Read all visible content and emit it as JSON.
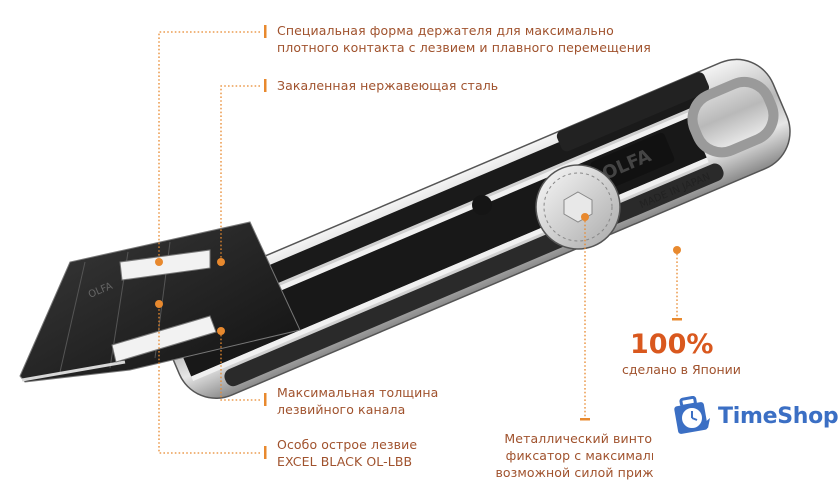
{
  "product": {
    "brand_mark": "OLFA",
    "made_in": "MADE IN JAPAN",
    "accent_color": "#e8892e",
    "text_color": "#a0522d",
    "highlight_color": "#d9581e"
  },
  "callouts": [
    {
      "id": "holder",
      "line1": "Специальная форма держателя для максимально",
      "line2": "плотного контакта с лезвием и плавного перемещения"
    },
    {
      "id": "steel",
      "line1": "Закаленная нержавеющая сталь"
    },
    {
      "id": "channel",
      "line1": "Максимальная толщина",
      "line2": "лезвийного канала"
    },
    {
      "id": "blade",
      "line1": "Особо острое лезвие",
      "line2": "EXCEL BLACK OL-LBB"
    },
    {
      "id": "screw",
      "line1": "Металлический винтовой",
      "line2": "фиксатор с максимально",
      "line3": "возможной силой прижатия"
    }
  ],
  "badge": {
    "value": "100%",
    "caption": "сделано в Японии"
  },
  "watermark": {
    "text": "TimeShop",
    "icon": "clock-bag-icon",
    "color": "#3b6fc4"
  }
}
